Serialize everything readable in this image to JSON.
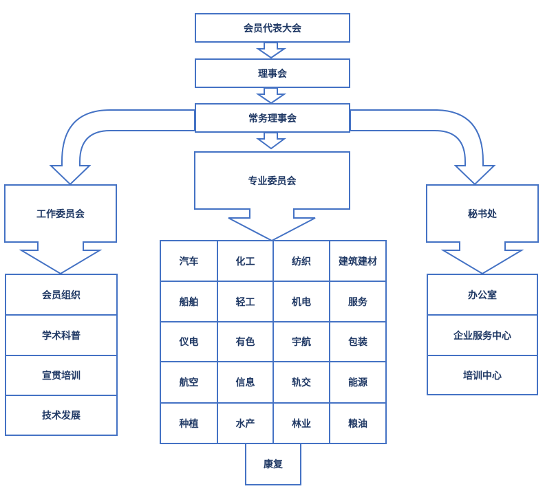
{
  "diagram": {
    "top_chain": [
      "会员代表大会",
      "理事会",
      "常务理事会"
    ],
    "branches": {
      "left": {
        "title": "工作委员会",
        "items": [
          "会员组织",
          "学术科普",
          "宣贯培训",
          "技术发展"
        ]
      },
      "center": {
        "title": "专业委员会",
        "items": [
          [
            "汽车",
            "化工",
            "纺织",
            "建筑建材"
          ],
          [
            "船舶",
            "轻工",
            "机电",
            "服务"
          ],
          [
            "仪电",
            "有色",
            "宇航",
            "包装"
          ],
          [
            "航空",
            "信息",
            "轨交",
            "能源"
          ],
          [
            "种植",
            "水产",
            "林业",
            "粮油"
          ]
        ],
        "extra_item": "康复"
      },
      "right": {
        "title": "秘书处",
        "items": [
          "办公室",
          "企业服务中心",
          "培训中心"
        ]
      }
    }
  },
  "colors": {
    "stroke": "#4472c4",
    "text": "#1f3864",
    "fill": "#ffffff"
  }
}
